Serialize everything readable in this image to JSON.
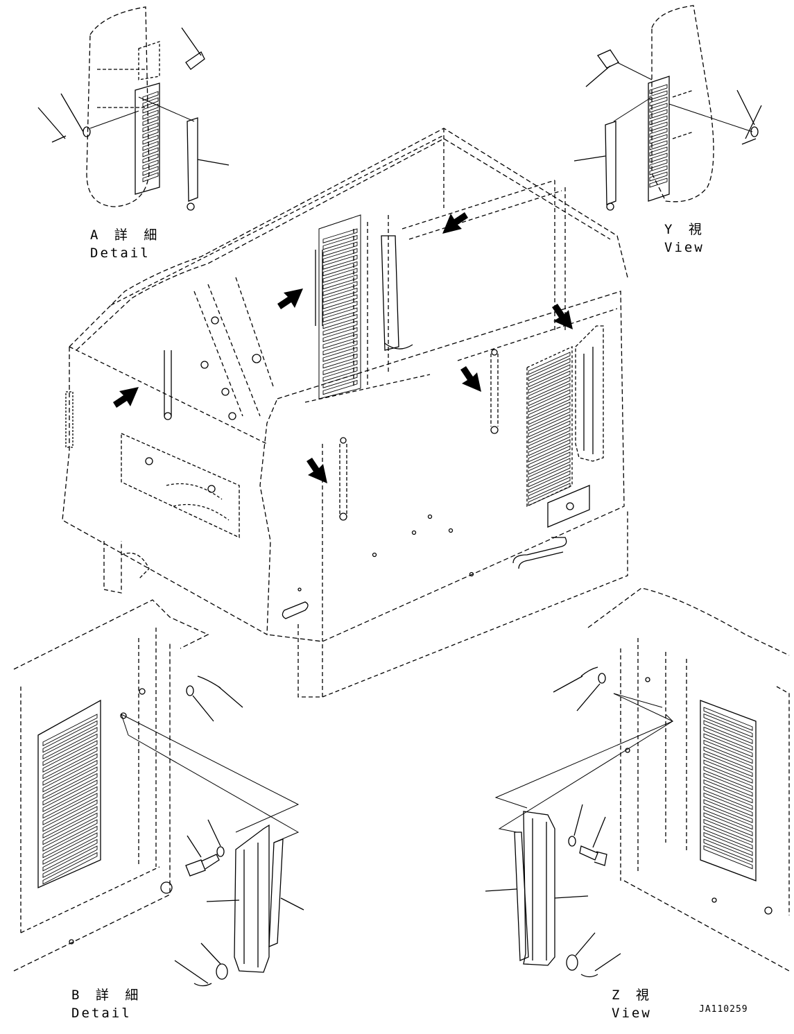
{
  "labels": {
    "a": {
      "title": "A 詳 細",
      "sub": "Detail"
    },
    "y": {
      "title": "Y 視",
      "sub": "View"
    },
    "b": {
      "title": "B 詳 細",
      "sub": "Detail"
    },
    "z": {
      "title": "Z 視",
      "sub": "View"
    }
  },
  "drawing_code": "JA110259",
  "colors": {
    "line": "#000000",
    "background": "#ffffff"
  }
}
